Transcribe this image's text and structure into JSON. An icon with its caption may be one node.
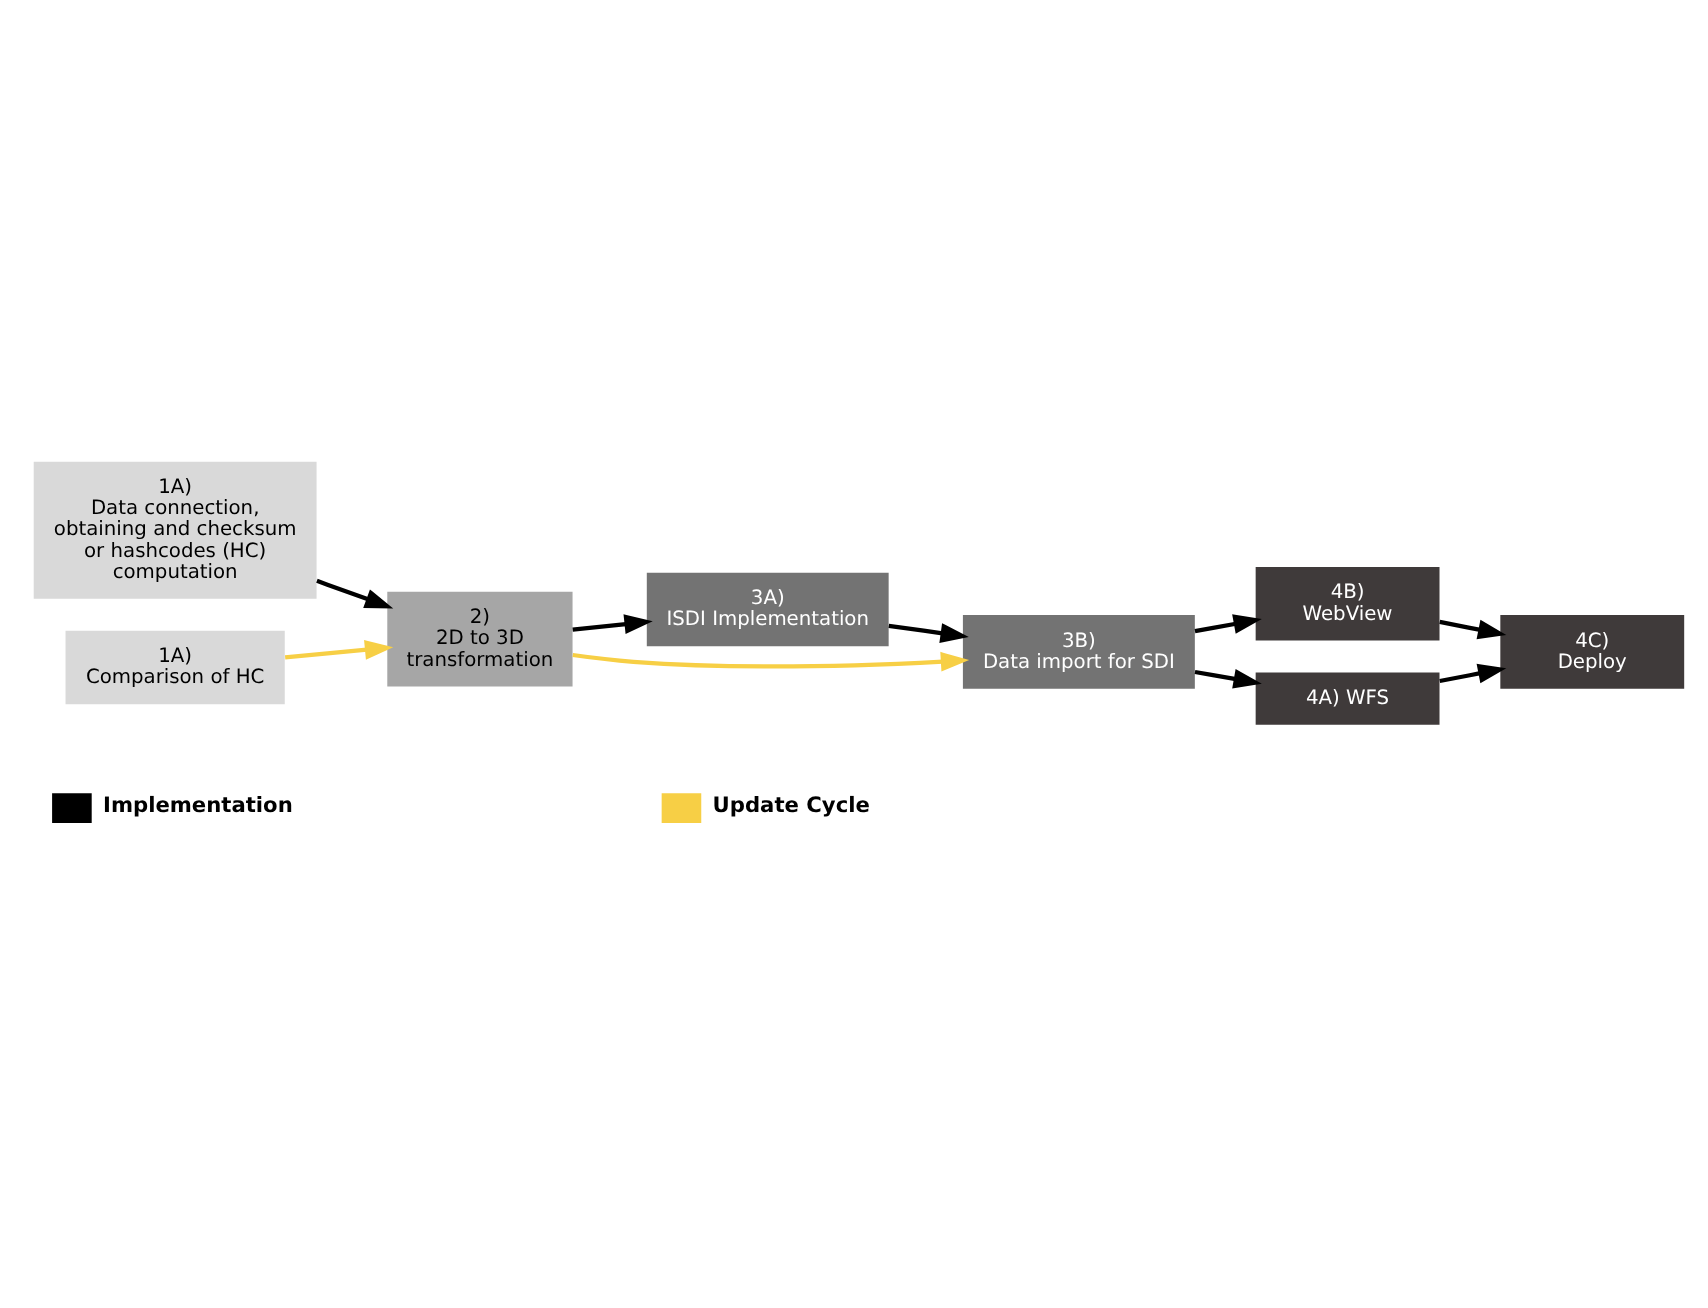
{
  "diagram": {
    "nodes": [
      {
        "text": [
          "1A)",
          "Data connection, obtaining and checksum or hashcodes (HC) computation"
        ]
      },
      {
        "text": [
          "1A)",
          "Comparison of HC"
        ]
      },
      {
        "text": [
          "2)",
          "2D to 3D transformation"
        ]
      },
      {
        "text": [
          "3A)",
          "ISDI Implementation"
        ]
      },
      {
        "text": [
          "3B)",
          "Data import for SDI"
        ]
      },
      {
        "text": [
          "4B)",
          "WebView"
        ]
      },
      {
        "text": [
          "4A) WFS"
        ]
      },
      {
        "text": [
          "4C)",
          "Deploy"
        ]
      }
    ],
    "edges": [
      {
        "from": 0,
        "to": 2,
        "arrow": "to"
      },
      {
        "from": 1,
        "to": 2,
        "arrow": "to",
        "color": "#f7cf45"
      },
      {
        "from": 2,
        "to": 3,
        "arrow": "to"
      },
      {
        "from": 2,
        "to": 4,
        "arrow": "to",
        "color": "#f7cf45"
      },
      {
        "from": 3,
        "to": 4,
        "arrow": "to"
      },
      {
        "from": 4,
        "to": 5,
        "arrow": "to"
      },
      {
        "from": 4,
        "to": 6,
        "arrow": "to"
      },
      {
        "from": 5,
        "to": 7,
        "arrow": "to"
      },
      {
        "from": 6,
        "to": 7,
        "arrow": "to"
      }
    ],
    "legend": [
      {
        "text": "Implementation"
      },
      {
        "text": "Update Cycle"
      }
    ]
  }
}
